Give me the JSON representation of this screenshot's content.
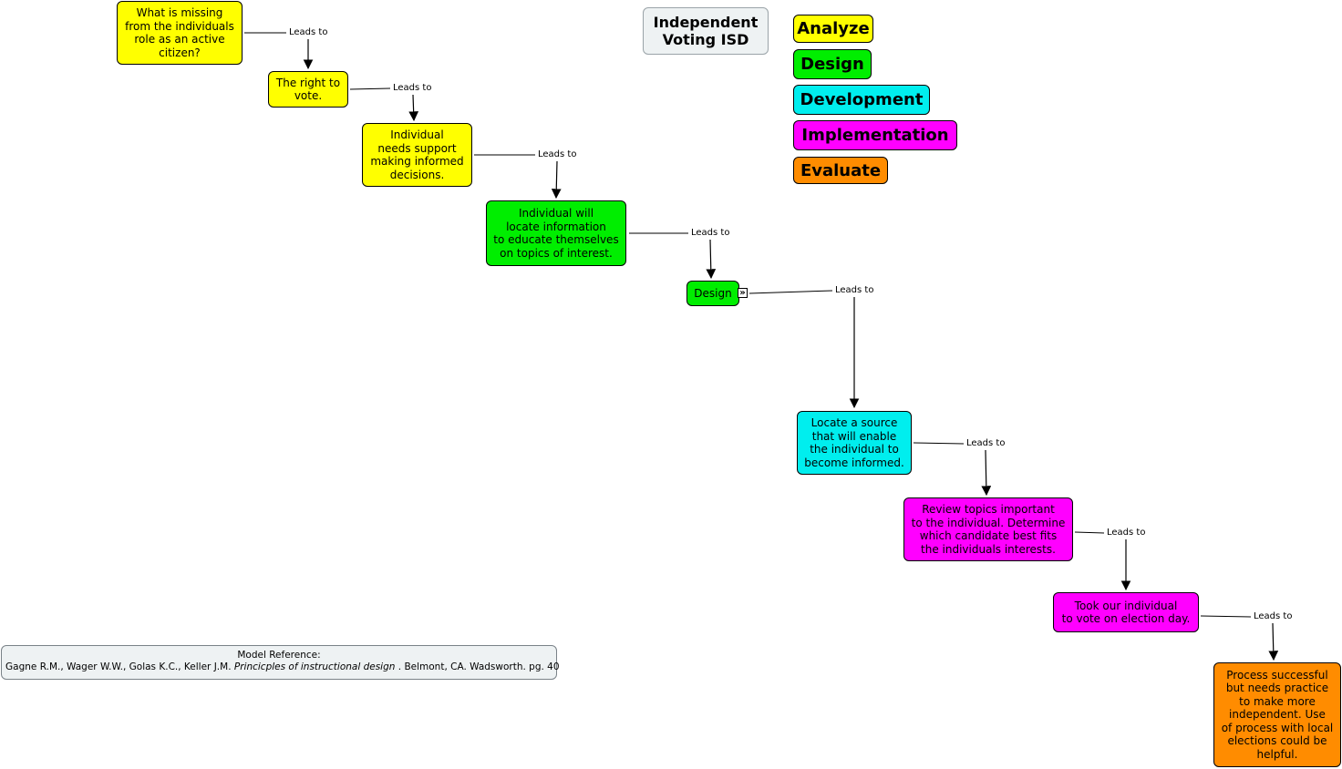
{
  "title": "Independent\nVoting ISD",
  "legend": [
    {
      "label": "Analyze",
      "color": "#ffff00"
    },
    {
      "label": "Design",
      "color": "#00ee00"
    },
    {
      "label": "Development",
      "color": "#00eeee"
    },
    {
      "label": "Implementation",
      "color": "#ff00ff"
    },
    {
      "label": "Evaluate",
      "color": "#ff8c00"
    }
  ],
  "nodes": [
    {
      "id": "n1",
      "text": "What is missing\nfrom the individuals\nrole as an active\ncitizen?",
      "phase": "Analyze"
    },
    {
      "id": "n2",
      "text": "The right to\nvote.",
      "phase": "Analyze"
    },
    {
      "id": "n3",
      "text": "Individual\nneeds support\nmaking informed\ndecisions.",
      "phase": "Analyze"
    },
    {
      "id": "n4",
      "text": "Individual will\nlocate information\nto educate themselves\non topics of interest.",
      "phase": "Design"
    },
    {
      "id": "n5",
      "text": "Design",
      "phase": "Design"
    },
    {
      "id": "n6",
      "text": "Locate a source\nthat will enable\nthe individual to\nbecome informed.",
      "phase": "Development"
    },
    {
      "id": "n7",
      "text": "Review topics important\nto the individual. Determine\nwhich candidate best fits\nthe individuals interests.",
      "phase": "Implementation"
    },
    {
      "id": "n8",
      "text": "Took our individual\nto vote on election day.",
      "phase": "Implementation"
    },
    {
      "id": "n9",
      "text": "Process successful\nbut needs practice\nto make more\nindependent. Use\nof process with local\nelections could be\nhelpful.",
      "phase": "Evaluate"
    }
  ],
  "links": [
    {
      "from": "n1",
      "to": "n2",
      "label": "Leads to"
    },
    {
      "from": "n2",
      "to": "n3",
      "label": "Leads to"
    },
    {
      "from": "n3",
      "to": "n4",
      "label": "Leads to"
    },
    {
      "from": "n4",
      "to": "n5",
      "label": "Leads to"
    },
    {
      "from": "n5",
      "to": "n6",
      "label": "Leads to"
    },
    {
      "from": "n6",
      "to": "n7",
      "label": "Leads to"
    },
    {
      "from": "n7",
      "to": "n8",
      "label": "Leads to"
    },
    {
      "from": "n8",
      "to": "n9",
      "label": "Leads to"
    }
  ],
  "reference": {
    "heading": "Model Reference:",
    "authors": "Gagne R.M., Wager W.W., Golas K.C., Keller J.M.",
    "book": "Princicples of instructional design",
    "rest": ". Belmont, CA. Wadsworth. pg. 40"
  }
}
